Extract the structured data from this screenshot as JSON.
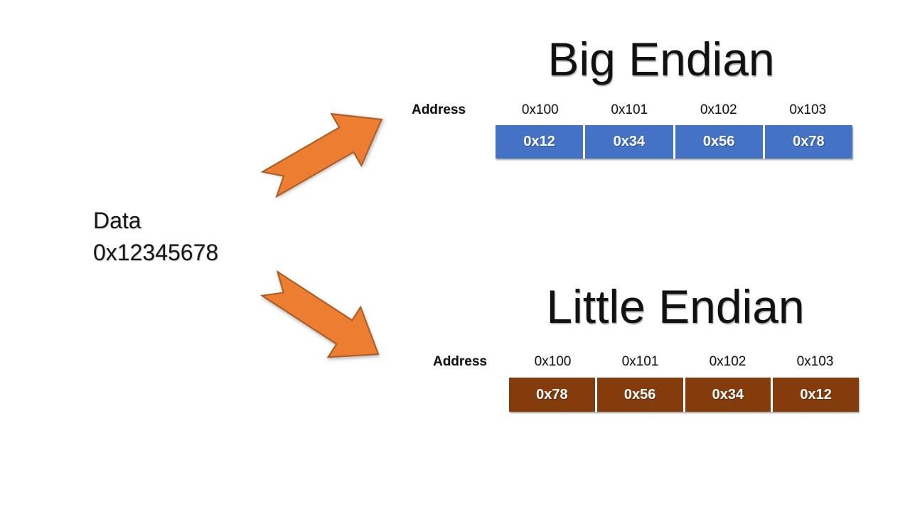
{
  "slide": {
    "background_color": "#ffffff",
    "text_color": "#1a1a1a"
  },
  "data_label": {
    "line1": "Data",
    "line2": "0x12345678"
  },
  "arrows": {
    "up_arrow_icon": "notched-arrow-up-right",
    "down_arrow_icon": "notched-arrow-down-right",
    "fill_color": "#ED7D31",
    "border_color": "#A85B22"
  },
  "big_endian": {
    "title": "Big Endian",
    "address_caption": "Address",
    "addresses": [
      "0x100",
      "0x101",
      "0x102",
      "0x103"
    ],
    "bytes": [
      "0x12",
      "0x34",
      "0x56",
      "0x78"
    ],
    "cell_color": "#4472C4",
    "cell_text_color": "#ffffff"
  },
  "little_endian": {
    "title": "Little Endian",
    "address_caption": "Address",
    "addresses": [
      "0x100",
      "0x101",
      "0x102",
      "0x103"
    ],
    "bytes": [
      "0x78",
      "0x56",
      "0x34",
      "0x12"
    ],
    "cell_color": "#843C0C",
    "cell_text_color": "#ffffff"
  }
}
